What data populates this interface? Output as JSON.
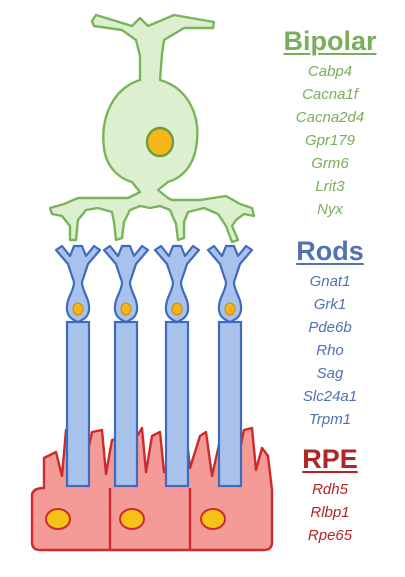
{
  "colors": {
    "bipolar_text": "#7aae5a",
    "bipolar_fill": "#dcefcf",
    "bipolar_stroke": "#78b55a",
    "nucleus_fill": "#f4b41a",
    "nucleus_stroke": "#6c9c3c",
    "rods_text": "#4f72b0",
    "rod_fill": "#a9c2ec",
    "rod_stroke": "#3f6bbf",
    "rpe_text": "#b32424",
    "rpe_fill": "#f49a97",
    "rpe_stroke": "#cc2b2b",
    "rpe_nucleus": "#f6c21a"
  },
  "legend": [
    {
      "id": "bipolar",
      "title": "Bipolar",
      "genes": [
        "Cabp4",
        "Cacna1f",
        "Cacna2d4",
        "Gpr179",
        "Grm6",
        "Lrit3",
        "Nyx"
      ]
    },
    {
      "id": "rods",
      "title": "Rods",
      "genes": [
        "Gnat1",
        "Grk1",
        "Pde6b",
        "Rho",
        "Sag",
        "Slc24a1",
        "Trpm1"
      ]
    },
    {
      "id": "rpe",
      "title": "RPE",
      "genes": [
        "Rdh5",
        "Rlbp1",
        "Rpe65"
      ]
    }
  ]
}
